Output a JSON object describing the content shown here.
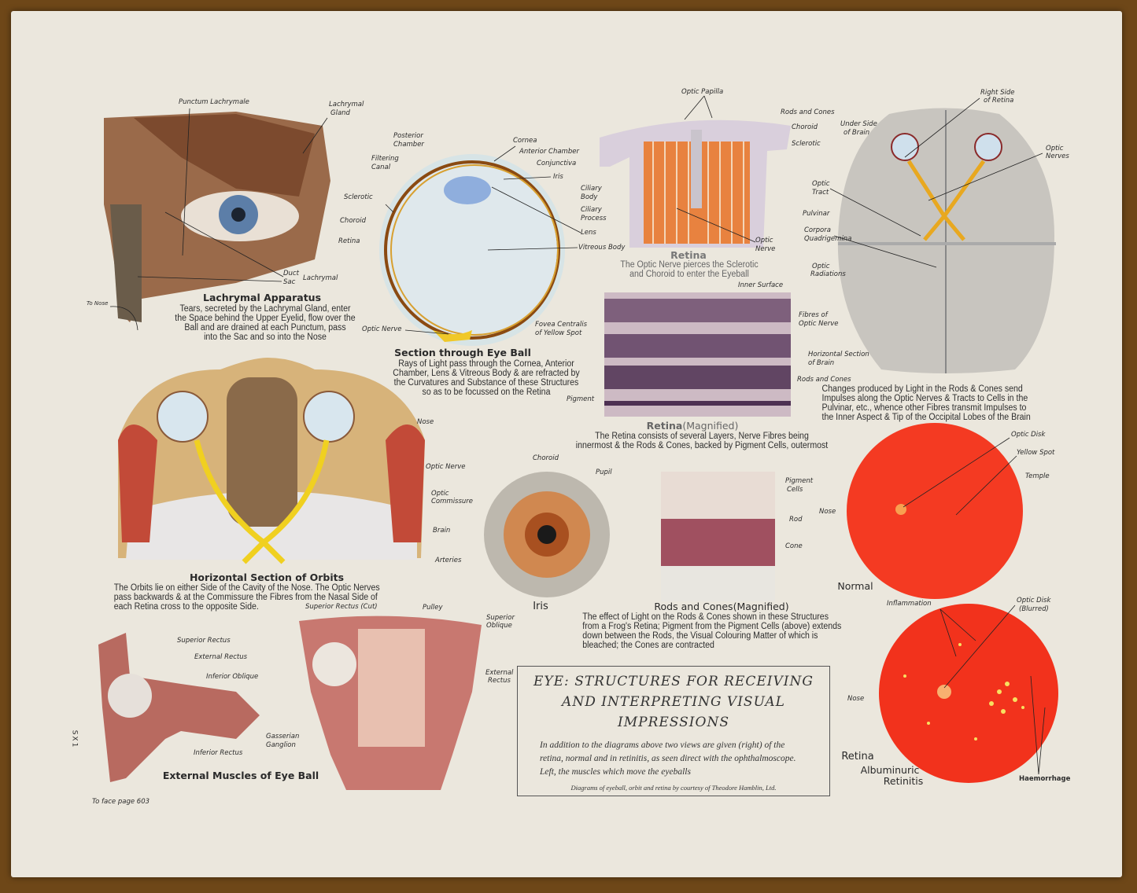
{
  "lachrymal": {
    "labels": {
      "punctum": "Punctum Lachrymale",
      "gland_1": "Lachrymal",
      "gland_2": "Gland",
      "duct": "Duct",
      "sac": "Sac",
      "lachrymal": "Lachrymal",
      "to_nose": "To Nose"
    },
    "title": "Lachrymal Apparatus",
    "desc": [
      "Tears, secreted by the Lachrymal Gland, enter",
      "the Space behind the Upper Eyelid, flow over the",
      "Ball and are drained at each Punctum, pass",
      "into the Sac and so into the Nose"
    ]
  },
  "eyeball": {
    "labels": {
      "posterior_1": "Posterior",
      "posterior_2": "Chamber",
      "cornea": "Cornea",
      "anterior": "Anterior Chamber",
      "conjunctiva": "Conjunctiva",
      "filtering_1": "Filtering",
      "filtering_2": "Canal",
      "iris": "Iris",
      "ciliary_body_1": "Ciliary",
      "ciliary_body_2": "Body",
      "ciliary_process_1": "Ciliary",
      "ciliary_process_2": "Process",
      "sclerotic": "Sclerotic",
      "choroid": "Choroid",
      "lens": "Lens",
      "retina": "Retina",
      "vitreous": "Vitreous Body",
      "optic_nerve": "Optic Nerve",
      "fovea_1": "Fovea Centralis",
      "fovea_2": "of Yellow Spot"
    },
    "title": "Section through Eye Ball",
    "desc": [
      "Rays of Light pass through the Cornea, Anterior",
      "Chamber, Lens & Vitreous Body & are refracted by",
      "the Curvatures and Substance of these Structures",
      "so as to be focussed on the Retina"
    ]
  },
  "retina": {
    "labels": {
      "papilla": "Optic Papilla",
      "rods": "Rods and Cones",
      "choroid": "Choroid",
      "sclerotic": "Sclerotic",
      "optic_1": "Optic",
      "optic_2": "Nerve"
    },
    "title": "Retina",
    "desc": [
      "The Optic Nerve pierces the Sclerotic",
      "and Choroid to enter the Eyeball"
    ]
  },
  "retina_magnified": {
    "labels": {
      "inner": "Inner Surface",
      "fibres_1": "Fibres of",
      "fibres_2": "Optic Nerve",
      "rods": "Rods and Cones",
      "pigment": "Pigment"
    },
    "title": "Retina",
    "title_suffix": "(Magnified)",
    "desc": [
      "The Retina consists of several Layers, Nerve Fibres being",
      "innermost & the Rods & Cones, backed by Pigment Cells, outermost"
    ]
  },
  "brain": {
    "labels": {
      "right_1": "Right Side",
      "right_2": "of Retina",
      "under_1": "Under Side",
      "under_2": "of Brain",
      "optic_nerves_1": "Optic",
      "optic_nerves_2": "Nerves",
      "tract_1": "Optic",
      "tract_2": "Tract",
      "pulvinar": "Pulvinar",
      "corpora_1": "Corpora",
      "corpora_2": "Quadrigemina",
      "radiations_1": "Optic",
      "radiations_2": "Radiations",
      "horizontal_1": "Horizontal Section",
      "horizontal_2": "of Brain"
    },
    "desc": [
      "Changes produced by Light in the Rods & Cones send",
      "Impulses along the Optic Nerves & Tracts to Cells in the",
      "Pulvinar, etc., whence other Fibres transmit Impulses to",
      "the Inner Aspect & Tip of the Occipital Lobes of the Brain"
    ]
  },
  "orbits": {
    "labels": {
      "nose": "Nose",
      "optic_nerve": "Optic Nerve",
      "commissure_1": "Optic",
      "commissure_2": "Commissure",
      "brain": "Brain"
    },
    "title": "Horizontal Section of Orbits",
    "desc": [
      "The Orbits lie on either Side of the Cavity of the Nose. The Optic Nerves",
      "pass backwards & at the Commissure the Fibres from the Nasal Side of",
      "each Retina cross to the opposite Side."
    ]
  },
  "iris": {
    "labels": {
      "choroid": "Choroid",
      "pupil": "Pupil",
      "arteries": "Arteries"
    },
    "title": "Iris"
  },
  "rods_cones": {
    "labels": {
      "pigment_1": "Pigment",
      "pigment_2": "Cells",
      "rod": "Rod",
      "cone": "Cone"
    },
    "title": "Rods and Cones",
    "title_suffix": "(Magnified)",
    "desc": [
      "The effect of Light on the Rods & Cones shown in these Structures",
      "from a Frog's Retina; Pigment from the Pigment Cells (above) extends",
      "down between the Rods, the Visual Colouring Matter of which is",
      "bleached; the Cones are contracted"
    ]
  },
  "normal_retina": {
    "labels": {
      "optic_disk": "Optic Disk",
      "yellow_spot": "Yellow Spot",
      "temple": "Temple",
      "nose": "Nose"
    },
    "caption": "Normal"
  },
  "retinitis": {
    "labels": {
      "inflammation": "Inflammation",
      "disk_1": "Optic Disk",
      "disk_2": "(Blurred)",
      "nose": "Nose",
      "haemorrhage": "Haemorrhage"
    },
    "caption": [
      "Retina",
      "Albuminuric",
      "Retinitis"
    ]
  },
  "muscles": {
    "labels": {
      "sup_rectus": "Superior Rectus",
      "ext_rectus": "External Rectus",
      "inf_oblique": "Inferior Oblique",
      "gasserian_1": "Gasserian",
      "gasserian_2": "Ganglion",
      "inf_rectus": "Inferior Rectus",
      "sup_rectus_cut": "Superior Rectus (Cut)",
      "pulley": "Pulley",
      "sup_oblique_1": "Superior",
      "sup_oblique_2": "Oblique",
      "ext_rectus2_1": "External",
      "ext_rectus2_2": "Rectus"
    },
    "title": "External Muscles of Eye Ball"
  },
  "title_box": {
    "title": [
      "EYE: STRUCTURES FOR RECEIVING",
      "AND INTERPRETING VISUAL",
      "IMPRESSIONS"
    ],
    "text": "In addition to the diagrams above two views are given (right) of the retina, normal and in retinitis, as seen direct with the ophthalmoscope.   Left, the muscles which move the eyeballs",
    "credit": "Diagrams of eyeball, orbit and retina by courtesy of Theodore Hamblin, Ltd."
  },
  "margin": {
    "plate_code": "SX1",
    "page_note": "To face page 603"
  }
}
